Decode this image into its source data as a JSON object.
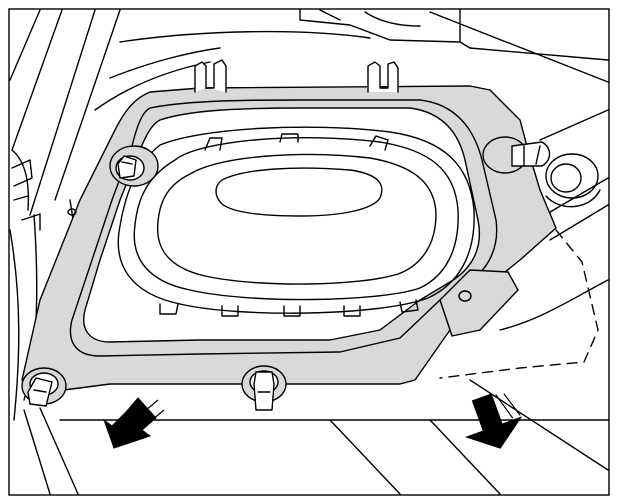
{
  "diagram": {
    "style": "line-art technical illustration",
    "colors": {
      "line": "#000000",
      "panel_fill": "#d9d9d9",
      "background": "#ffffff",
      "arrow_fill": "#000000"
    },
    "components": [
      "trim-panel",
      "oval-opening",
      "retaining-clip",
      "push-pin-fastener",
      "removal-arrow",
      "dashed-outline",
      "round-plug"
    ],
    "removal_arrows": [
      {
        "direction": "down-left"
      },
      {
        "direction": "down-left"
      }
    ]
  }
}
